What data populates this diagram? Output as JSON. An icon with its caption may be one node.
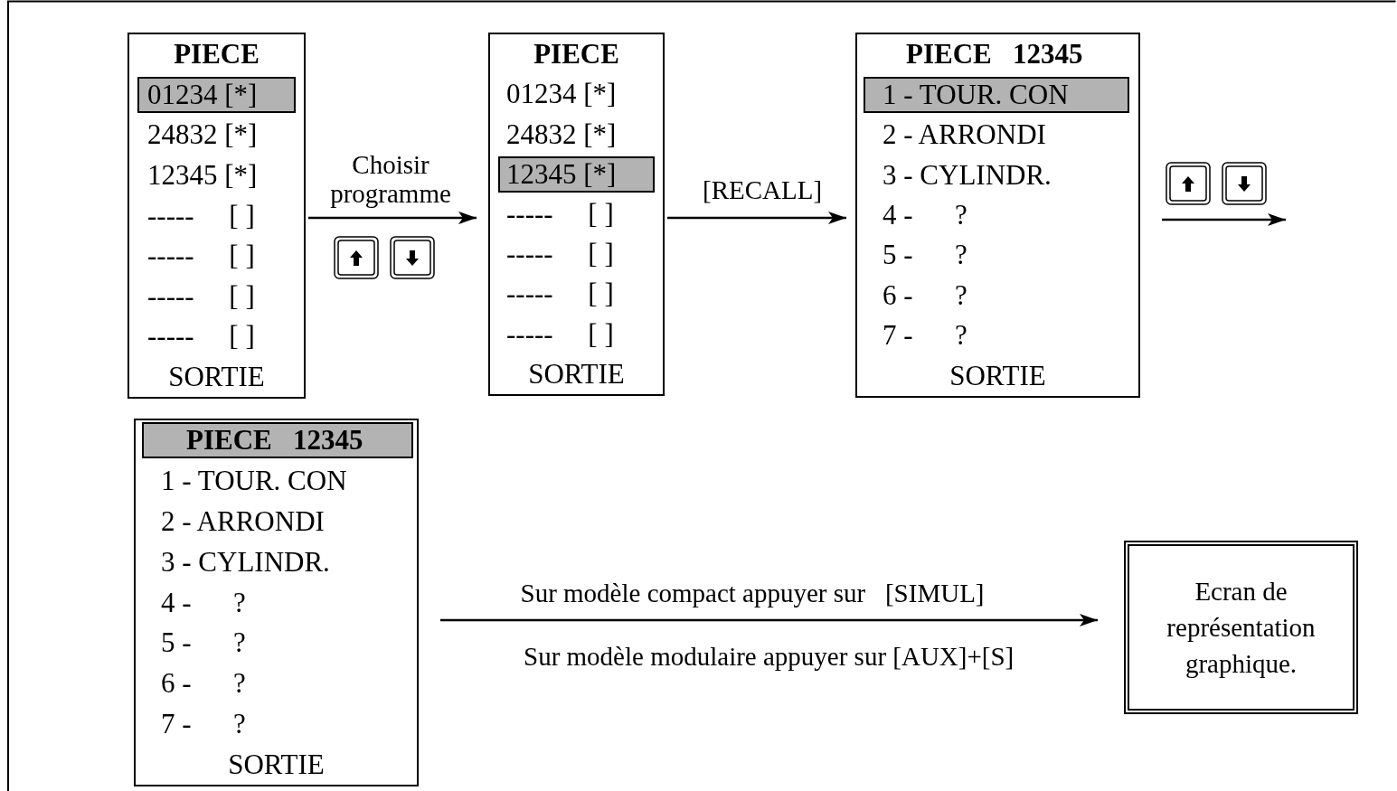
{
  "diagram": {
    "nodes": [
      {
        "text": [
          "PIECE",
          "01234 [*]",
          "24832 [*]",
          "12345 [*]",
          "-----     [ ]",
          "-----     [ ]",
          "-----     [ ]",
          "-----     [ ]",
          "SORTIE"
        ]
      },
      {
        "text": [
          "PIECE",
          "01234 [*]",
          "24832 [*]",
          "12345 [*]",
          "-----     [ ]",
          "-----     [ ]",
          "-----     [ ]",
          "-----     [ ]",
          "SORTIE"
        ]
      },
      {
        "text": [
          "PIECE   12345",
          "1 - TOUR. CON",
          "2 - ARRONDI",
          "3 - CYLINDR.",
          "4 -      ?",
          "5 -      ?",
          "6 -      ?",
          "7 -      ?",
          "SORTIE"
        ]
      },
      {
        "text": [
          "PIECE   12345",
          "1 - TOUR. CON",
          "2 - ARRONDI",
          "3 - CYLINDR.",
          "4 -      ?",
          "5 -      ?",
          "6 -      ?",
          "7 -      ?",
          "SORTIE"
        ]
      },
      {
        "text": [
          "Ecran de représentation graphique."
        ]
      }
    ],
    "edges": [
      {
        "from": 0,
        "to": 1,
        "arrow": "to",
        "label": "Choisir programme"
      },
      {
        "from": 1,
        "to": 2,
        "arrow": "to",
        "label": "[RECALL]"
      },
      {
        "from": 2,
        "to": null,
        "arrow": "to"
      },
      {
        "from": 3,
        "to": 4,
        "arrow": "to",
        "label": "Sur modèle compact appuyer sur   [SIMUL]"
      }
    ],
    "labels": [
      "Sur modèle modulaire appuyer sur [AUX]+[S]"
    ]
  }
}
